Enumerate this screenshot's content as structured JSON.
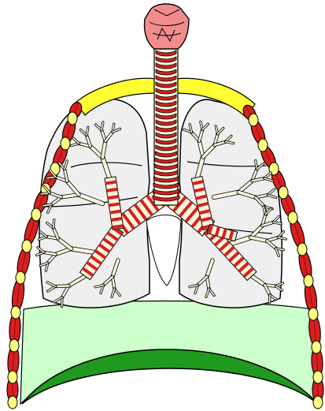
{
  "diagram": {
    "subject": "lungs-anatomy",
    "parts": [
      {
        "id": "larynx",
        "shape": "larynx"
      },
      {
        "id": "trachea",
        "shape": "ringed-tube"
      },
      {
        "id": "clavicle-left",
        "shape": "yellow-cap"
      },
      {
        "id": "clavicle-right",
        "shape": "yellow-cap"
      },
      {
        "id": "lung-left",
        "shape": "lobe"
      },
      {
        "id": "lung-right",
        "shape": "lobe"
      },
      {
        "id": "bronchial-tree-left",
        "shape": "branching"
      },
      {
        "id": "bronchial-tree-right",
        "shape": "branching"
      },
      {
        "id": "ribcage-left",
        "shape": "segmented-band"
      },
      {
        "id": "ribcage-right",
        "shape": "segmented-band"
      },
      {
        "id": "diaphragm",
        "shape": "dome"
      }
    ],
    "colors": {
      "larynx": "#f28c8c",
      "trachea_ring": "#d62020",
      "cartilage": "#fbf7dc",
      "clavicle": "#ffff33",
      "lung": "#efefef",
      "bronchi": "#fbf7dc",
      "rib_muscle": "#d62020",
      "rib_joint": "#ffff80",
      "pleural_cavity": "#ccffcc",
      "diaphragm": "#1f9a1f",
      "outline": "#000000"
    }
  }
}
